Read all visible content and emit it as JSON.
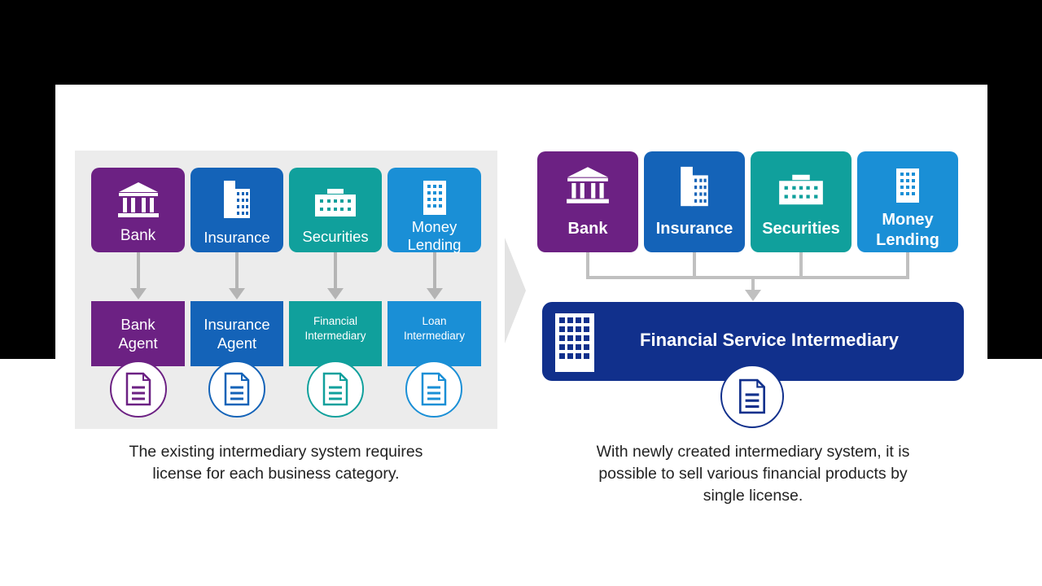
{
  "left": {
    "categories": [
      {
        "label": "Bank",
        "icon": "bank-building-icon",
        "color": "#6c2183"
      },
      {
        "label": "Insurance",
        "icon": "office-tower-icon",
        "color": "#1463b8"
      },
      {
        "label": "Securities",
        "icon": "office-building-icon",
        "color": "#10a09c"
      },
      {
        "label": "Money Lending",
        "icon": "tall-building-icon",
        "color": "#1a8fd6"
      }
    ],
    "agents": [
      {
        "line1": "Bank",
        "line2": "Agent"
      },
      {
        "line1": "Insurance",
        "line2": "Agent"
      },
      {
        "line1": "Financial",
        "line2": "Intermediary"
      },
      {
        "line1": "Loan",
        "line2": "Intermediary"
      }
    ],
    "caption_line1": "The existing intermediary system requires",
    "caption_line2": "license for each business category."
  },
  "right": {
    "categories": [
      {
        "label": "Bank",
        "icon": "bank-building-icon",
        "color": "#6c2183"
      },
      {
        "label": "Insurance",
        "icon": "office-tower-icon",
        "color": "#1463b8"
      },
      {
        "label": "Securities",
        "icon": "office-building-icon",
        "color": "#10a09c"
      },
      {
        "label_line1": "Money",
        "label_line2": "Lending",
        "icon": "tall-building-icon",
        "color": "#1a8fd6"
      }
    ],
    "intermediary_label": "Financial Service Intermediary",
    "intermediary_color": "#11308c",
    "caption_line1": "With newly created intermediary system, it is",
    "caption_line2": "possible to sell various financial products by",
    "caption_line3": "single license."
  }
}
